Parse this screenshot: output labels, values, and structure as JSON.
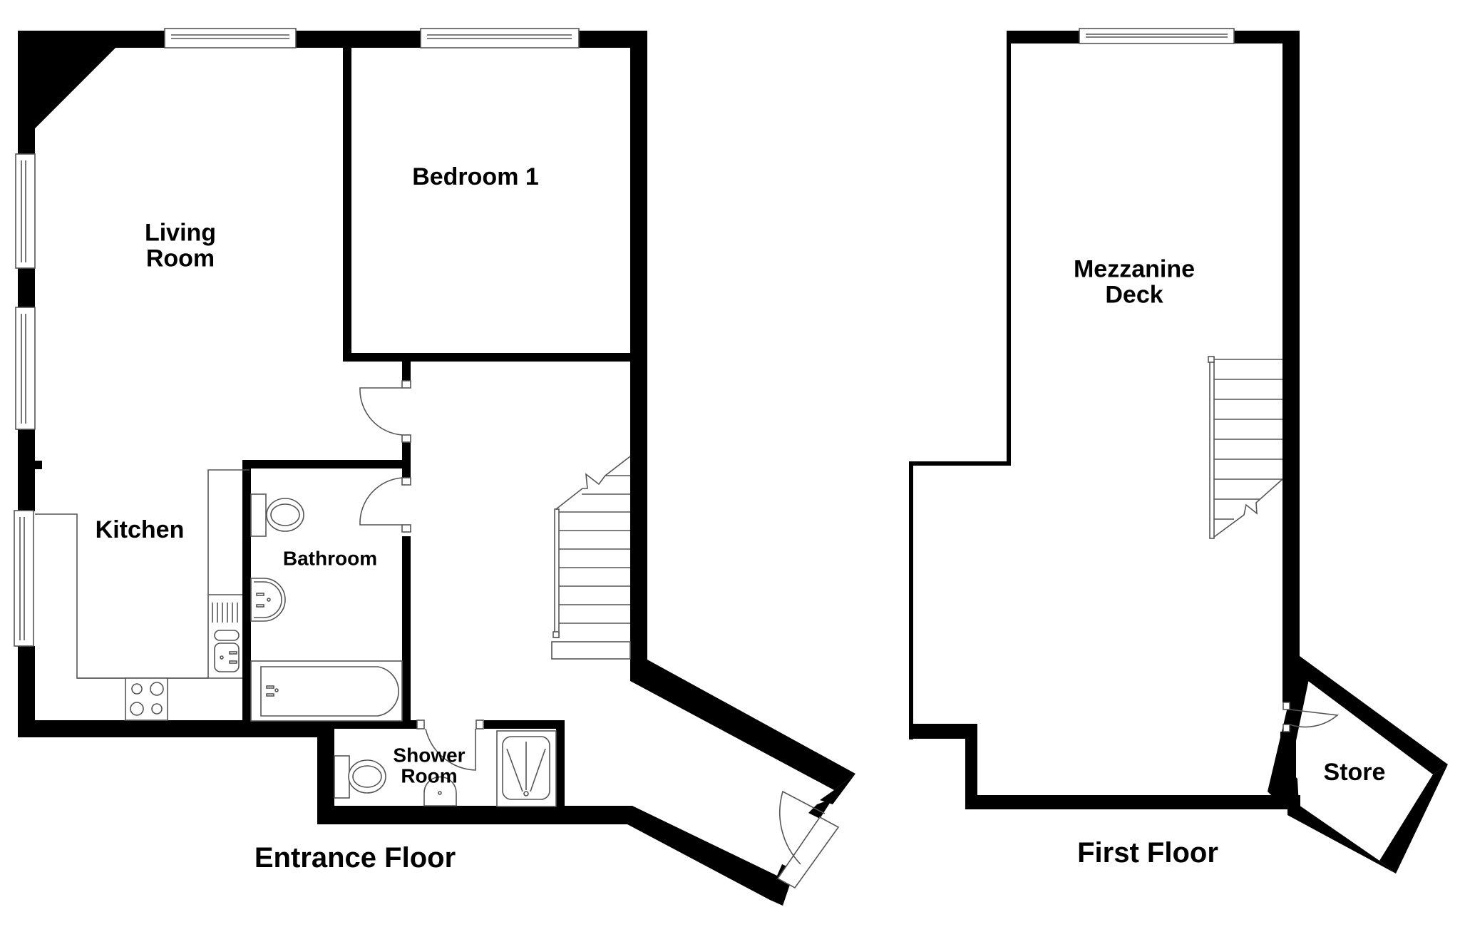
{
  "plan": {
    "colors": {
      "wall": "#000000",
      "background": "#ffffff",
      "fixture_line": "#555555"
    },
    "floors": [
      {
        "name": "Entrance Floor",
        "rooms": [
          {
            "label": "Living\nRoom"
          },
          {
            "label": "Bedroom 1"
          },
          {
            "label": "Kitchen"
          },
          {
            "label": "Bathroom"
          },
          {
            "label": "Shower\nRoom"
          }
        ]
      },
      {
        "name": "First Floor",
        "rooms": [
          {
            "label": "Mezzanine\nDeck"
          },
          {
            "label": "Store"
          }
        ]
      }
    ],
    "icons": [
      "window-icon",
      "door-swing-icon",
      "staircase-icon",
      "toilet-icon",
      "washbasin-icon",
      "bathtub-icon",
      "shower-tray-icon",
      "hob-icon",
      "sink-icon",
      "drainer-icon"
    ]
  }
}
